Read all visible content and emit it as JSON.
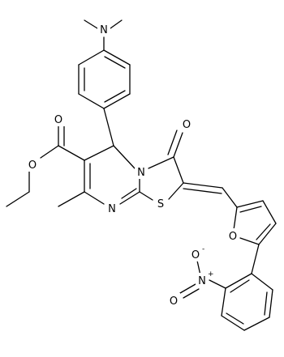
{
  "molecule": {
    "atoms": {
      "n_dimethylamino": "N",
      "o_carbonyl": "O",
      "o_ether": "O",
      "o_ketone": "O",
      "n_ring": "N",
      "n_imine": "N",
      "s_thiazole": "S",
      "o_furan": "O",
      "n_nitro": "N",
      "nitro_n_charge": "+",
      "o_nitro_top": "O",
      "o_nitro_top_charge": "-",
      "o_nitro_left": "O"
    }
  }
}
